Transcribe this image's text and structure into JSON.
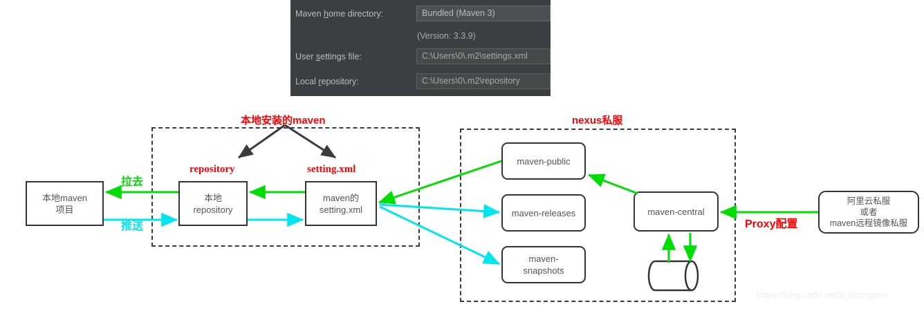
{
  "dialog": {
    "rows": [
      {
        "label_pre": "Maven ",
        "label_mn": "h",
        "label_post": "ome directory:",
        "value": "Bundled (Maven 3)"
      },
      {
        "label_pre": "User ",
        "label_mn": "s",
        "label_post": "ettings file:",
        "value": "C:\\Users\\0\\.m2\\settings.xml"
      },
      {
        "label_pre": "Local ",
        "label_mn": "r",
        "label_post": "epository:",
        "value": "C:\\Users\\0\\.m2\\repository"
      }
    ],
    "version_note": "(Version: 3.3.9)"
  },
  "diagram": {
    "groups": {
      "local_maven_title": "本地安装的maven",
      "nexus_title": "nexus私服"
    },
    "node_titles": {
      "repository": "repository",
      "setting_xml": "setting.xml"
    },
    "nodes": {
      "local_project": "本地maven\n项目",
      "local_repository": "本地\nrepository",
      "maven_setting": "maven的\nsetting.xml",
      "maven_public": "maven-public",
      "maven_releases": "maven-releases",
      "maven_snapshots": "maven-\nsnapshots",
      "maven_central": "maven-central",
      "remote_private": "阿里云私服\n或者\nmaven远程镜像私服"
    },
    "edge_labels": {
      "pull": "拉去",
      "push": "推送",
      "proxy": "Proxy配置"
    },
    "colors": {
      "green": "#00dd00",
      "cyan": "#00e5ee",
      "red": "#ff0000",
      "outline": "#333333"
    }
  },
  "watermark": "https://blog.csdn.net/it_lihongmin"
}
